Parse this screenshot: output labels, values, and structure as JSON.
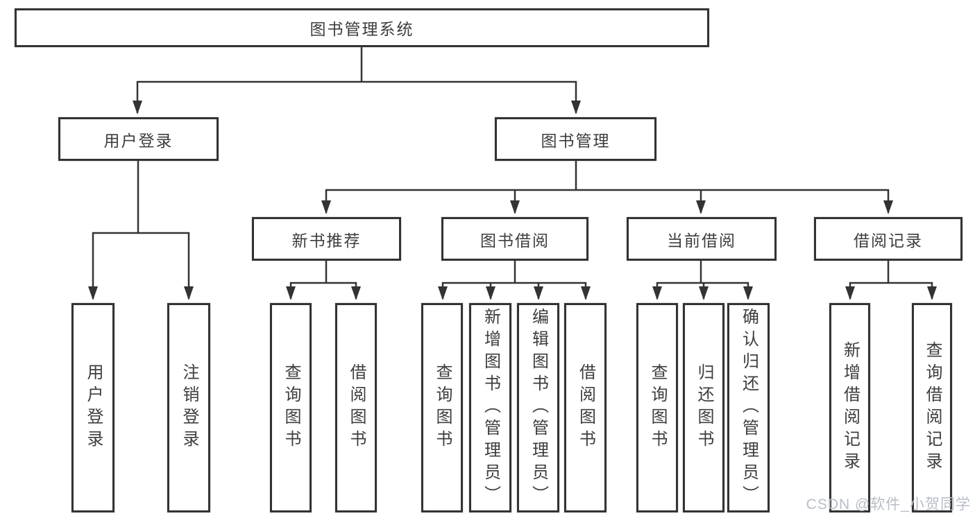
{
  "diagram": {
    "root": {
      "label": "图书管理系统"
    },
    "level2": [
      {
        "id": "user-login",
        "label": "用户登录"
      },
      {
        "id": "book-management",
        "label": "图书管理"
      }
    ],
    "level3": [
      {
        "id": "new-book-recommend",
        "label": "新书推荐"
      },
      {
        "id": "book-borrowing",
        "label": "图书借阅"
      },
      {
        "id": "current-borrowing",
        "label": "当前借阅"
      },
      {
        "id": "borrowing-records",
        "label": "借阅记录"
      }
    ],
    "level4": {
      "user_login": [
        {
          "label": "用户登录"
        },
        {
          "label": "注销登录"
        }
      ],
      "new_book_recommend": [
        {
          "label": "查询图书"
        },
        {
          "label": "借阅图书"
        }
      ],
      "book_borrowing": [
        {
          "label": "查询图书"
        },
        {
          "label": "新增图书（管理员）"
        },
        {
          "label": "编辑图书（管理员）"
        },
        {
          "label": "借阅图书"
        }
      ],
      "current_borrowing": [
        {
          "label": "查询图书"
        },
        {
          "label": "归还图书"
        },
        {
          "label": "确认归还（管理员）"
        }
      ],
      "borrowing_records": [
        {
          "label": "新增借阅记录"
        },
        {
          "label": "查询借阅记录"
        }
      ]
    }
  },
  "watermark": {
    "text": "CSDN @软件_小贺同学"
  },
  "colors": {
    "line": "#333333",
    "text": "#3d3d3d",
    "background": "#ffffff",
    "watermark": "#b7bdc7"
  }
}
